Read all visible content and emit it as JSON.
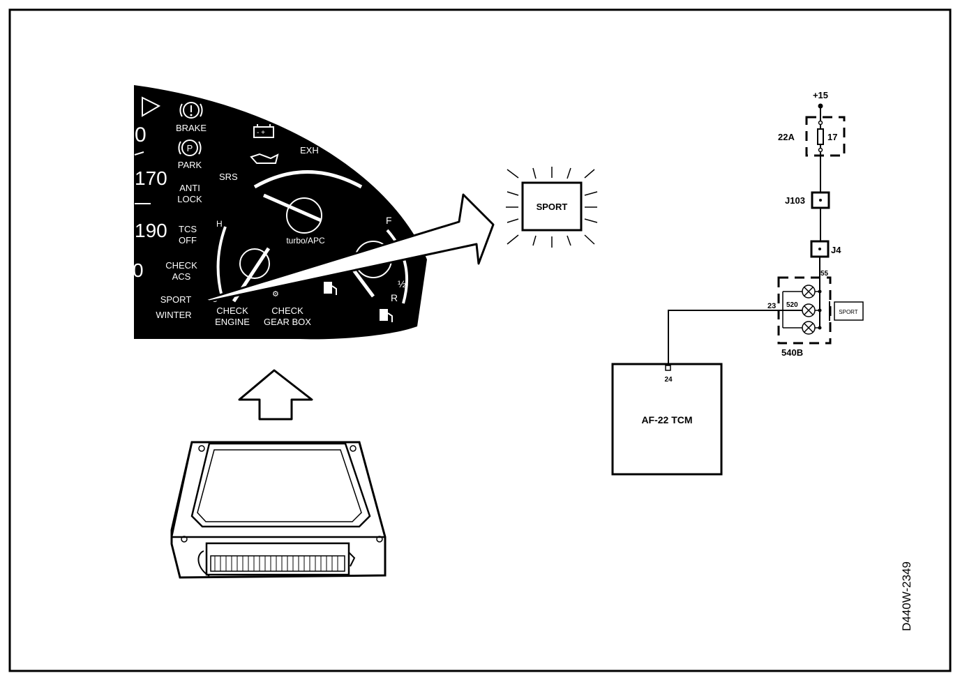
{
  "cluster": {
    "speed_labels": [
      "0",
      "170",
      "190",
      "0"
    ],
    "warnings": {
      "brake": "BRAKE",
      "park": "PARK",
      "srs": "SRS",
      "anti_lock": [
        "ANTI",
        "LOCK"
      ],
      "tcs_off": [
        "TCS",
        "OFF"
      ],
      "check_acs": [
        "CHECK",
        "ACS"
      ],
      "sport_winter": [
        "SPORT",
        "WINTER"
      ],
      "check_engine": [
        "CHECK",
        "ENGINE"
      ],
      "check_gear_box": [
        "CHECK",
        "GEAR BOX"
      ],
      "exh": "EXH"
    },
    "gauge_label": "turbo/APC",
    "gauge_marks": {
      "f": "F",
      "r": "R",
      "half": "½",
      "h": "H",
      "c": "C"
    }
  },
  "sport_lamp_label": "SPORT",
  "circuit": {
    "supply": "+15",
    "fuse_box": "22A",
    "fuse_number": "17",
    "connector_j103": "J103",
    "connector_j4": "J4",
    "pin_55": "55",
    "pin_23": "23",
    "pin_520": "520",
    "lamp_unit": "540B",
    "lamp_tag": "SPORT",
    "tcm_pin": "24",
    "tcm_label": "AF-22 TCM"
  },
  "figure_id": "D440W-2349"
}
